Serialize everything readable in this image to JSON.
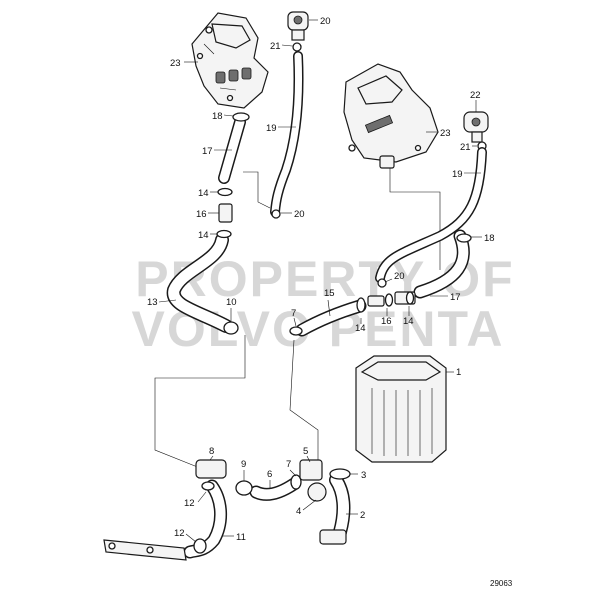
{
  "drawing_number": "29063",
  "watermark": {
    "line1": "PROPERTY OF",
    "line2": "VOLVO PENTA"
  },
  "callouts": [
    {
      "id": "c23a",
      "label": "23"
    },
    {
      "id": "c20a",
      "label": "20"
    },
    {
      "id": "c21a",
      "label": "21"
    },
    {
      "id": "c18a",
      "label": "18"
    },
    {
      "id": "c19a",
      "label": "19"
    },
    {
      "id": "c17a",
      "label": "17"
    },
    {
      "id": "c14a",
      "label": "14"
    },
    {
      "id": "c16a",
      "label": "16"
    },
    {
      "id": "c14b",
      "label": "14"
    },
    {
      "id": "c20b",
      "label": "20"
    },
    {
      "id": "c13",
      "label": "13"
    },
    {
      "id": "c10",
      "label": "10"
    },
    {
      "id": "c23b",
      "label": "23"
    },
    {
      "id": "c22",
      "label": "22"
    },
    {
      "id": "c21b",
      "label": "21"
    },
    {
      "id": "c19b",
      "label": "19"
    },
    {
      "id": "c18b",
      "label": "18"
    },
    {
      "id": "c20c",
      "label": "20"
    },
    {
      "id": "c15",
      "label": "15"
    },
    {
      "id": "c7a",
      "label": "7"
    },
    {
      "id": "c14c",
      "label": "14"
    },
    {
      "id": "c16b",
      "label": "16"
    },
    {
      "id": "c14d",
      "label": "14"
    },
    {
      "id": "c17b",
      "label": "17"
    },
    {
      "id": "c1",
      "label": "1"
    },
    {
      "id": "c8",
      "label": "8"
    },
    {
      "id": "c9",
      "label": "9"
    },
    {
      "id": "c6",
      "label": "6"
    },
    {
      "id": "c7b",
      "label": "7"
    },
    {
      "id": "c5",
      "label": "5"
    },
    {
      "id": "c3",
      "label": "3"
    },
    {
      "id": "c4",
      "label": "4"
    },
    {
      "id": "c2",
      "label": "2"
    },
    {
      "id": "c12a",
      "label": "12"
    },
    {
      "id": "c12b",
      "label": "12"
    },
    {
      "id": "c11",
      "label": "11"
    }
  ]
}
